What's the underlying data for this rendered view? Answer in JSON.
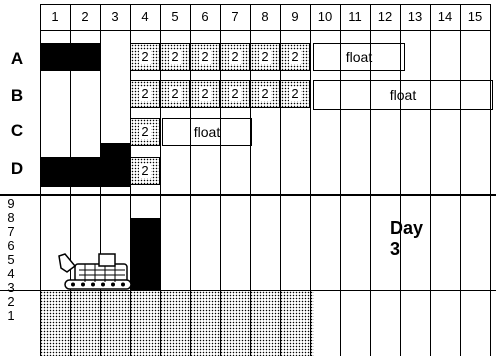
{
  "columns": [
    "1",
    "2",
    "3",
    "4",
    "5",
    "6",
    "7",
    "8",
    "9",
    "10",
    "11",
    "12",
    "13",
    "14",
    "15"
  ],
  "rows": [
    {
      "letter": "A",
      "float_label": "float"
    },
    {
      "letter": "B",
      "float_label": "float"
    },
    {
      "letter": "C",
      "float_label": "float"
    },
    {
      "letter": "D"
    }
  ],
  "task_duration_label": "2",
  "y_axis_levels": [
    "9",
    "8",
    "7",
    "6",
    "5",
    "4",
    "3",
    "2",
    "1"
  ],
  "day_label": "Day 3",
  "icons": {
    "excavator": "excavator-icon"
  }
}
